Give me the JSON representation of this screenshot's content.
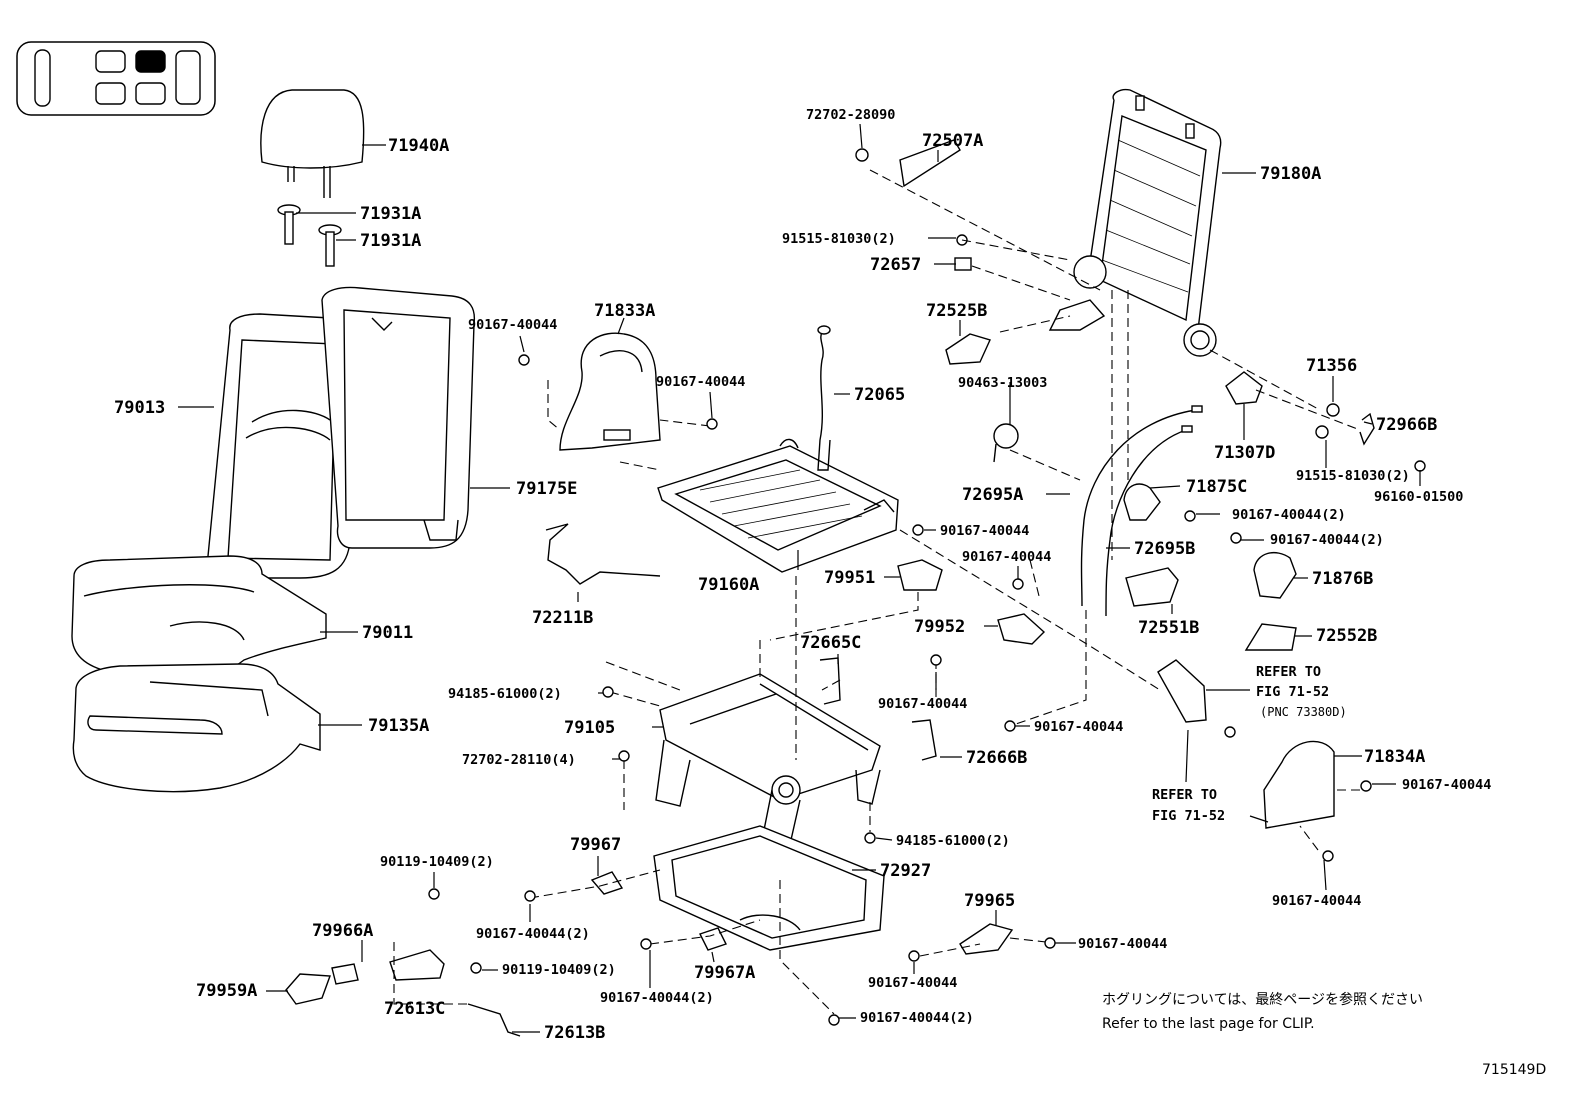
{
  "labels": {
    "p71940A": "71940A",
    "p71931A_1": "71931A",
    "p71931A_2": "71931A",
    "p79013": "79013",
    "p79175E": "79175E",
    "p79011": "79011",
    "p79135A": "79135A",
    "p90167_40044_a": "90167-40044",
    "p71833A": "71833A",
    "p90167_40044_b": "90167-40044",
    "p72065": "72065",
    "p72702_28090": "72702-28090",
    "p72507A": "72507A",
    "p91515_81030_2a": "91515-81030(2)",
    "p72657": "72657",
    "p72525B": "72525B",
    "p79180A": "79180A",
    "p90463_13003": "90463-13003",
    "p71356": "71356",
    "p71307D": "71307D",
    "p72966B": "72966B",
    "p91515_81030_2b": "91515-81030(2)",
    "p96160_01500": "96160-01500",
    "p72695A": "72695A",
    "p71875C": "71875C",
    "p90167_40044_2a": "90167-40044(2)",
    "p90167_40044_2b": "90167-40044(2)",
    "p72695B": "72695B",
    "p71876B": "71876B",
    "p90167_40044_c": "90167-40044",
    "p90167_40044_d": "90167-40044",
    "p79160A": "79160A",
    "p79951": "79951",
    "p72211B": "72211B",
    "p72551B": "72551B",
    "p72552B": "72552B",
    "p79952": "79952",
    "p72665C": "72665C",
    "refer1_line1": "REFER TO",
    "refer1_line2": "FIG 71-52",
    "refer1_pnc": "(PNC 73380D)",
    "p94185_61000_2a": "94185-61000(2)",
    "p90167_40044_e": "90167-40044",
    "p79105": "79105",
    "p90167_40044_f": "90167-40044",
    "p72702_28110_4": "72702-28110(4)",
    "p72666B": "72666B",
    "p71834A": "71834A",
    "p90167_40044_g": "90167-40044",
    "refer2_line1": "REFER TO",
    "refer2_line2": "FIG 71-52",
    "p94185_61000_2b": "94185-61000(2)",
    "p79967": "79967",
    "p72927": "72927",
    "p90119_10409_2a": "90119-10409(2)",
    "p90167_40044_h": "90167-40044",
    "p90167_40044_2c": "90167-40044(2)",
    "p79965": "79965",
    "p79966A": "79966A",
    "p90167_40044_i": "90167-40044",
    "p90119_10409_2b": "90119-10409(2)",
    "p79967A": "79967A",
    "p90167_40044_j": "90167-40044",
    "p79959A": "79959A",
    "p72613C": "72613C",
    "p90167_40044_2d": "90167-40044(2)",
    "p90167_40044_2e": "90167-40044(2)",
    "p72613B": "72613B",
    "note_jp": "ホグリングについては、最終ページを参照ください",
    "note_en": "Refer to the last page for CLIP.",
    "fig_id": "715149D"
  }
}
